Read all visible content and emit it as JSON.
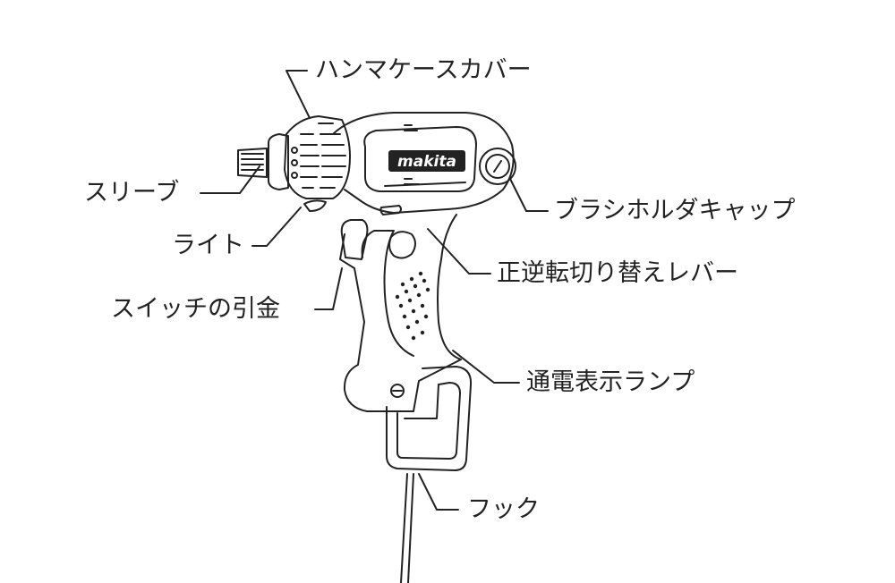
{
  "diagram": {
    "brand_logo": "makita",
    "labels": {
      "hammer_case_cover": "ハンマケースカバー",
      "sleeve": "スリーブ",
      "light": "ライト",
      "switch_trigger": "スイッチの引金",
      "brush_holder_cap": "ブラシホルダキャップ",
      "reversing_lever": "正逆転切り替えレバー",
      "power_lamp": "通電表示ランプ",
      "hook": "フック"
    }
  }
}
